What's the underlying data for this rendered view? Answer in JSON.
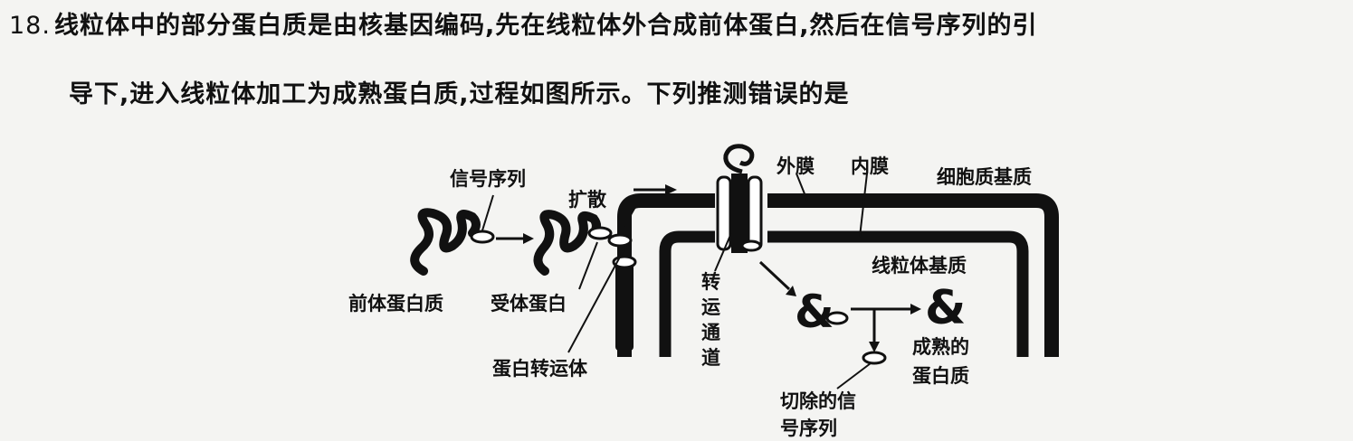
{
  "question": {
    "number": "18.",
    "line1": "线粒体中的部分蛋白质是由核基因编码,先在线粒体外合成前体蛋白,然后在信号序列的引",
    "line2": "导下,进入线粒体加工为成熟蛋白质,过程如图所示。下列推测错误的是"
  },
  "diagram": {
    "labels": {
      "signal_sequence": "信号序列",
      "diffusion": "扩散",
      "outer_membrane": "外膜",
      "inner_membrane": "内膜",
      "cytoplasmic_matrix": "细胞质基质",
      "precursor_protein": "前体蛋白质",
      "receptor_protein": "受体蛋白",
      "protein_transporter": "蛋白转运体",
      "transport_channel": "转运通道",
      "mitochondrial_matrix": "线粒体基质",
      "mature_protein_line1": "成熟的",
      "mature_protein_line2": "蛋白质",
      "cleaved_signal_line1": "切除的信",
      "cleaved_signal_line2": "号序列"
    }
  }
}
